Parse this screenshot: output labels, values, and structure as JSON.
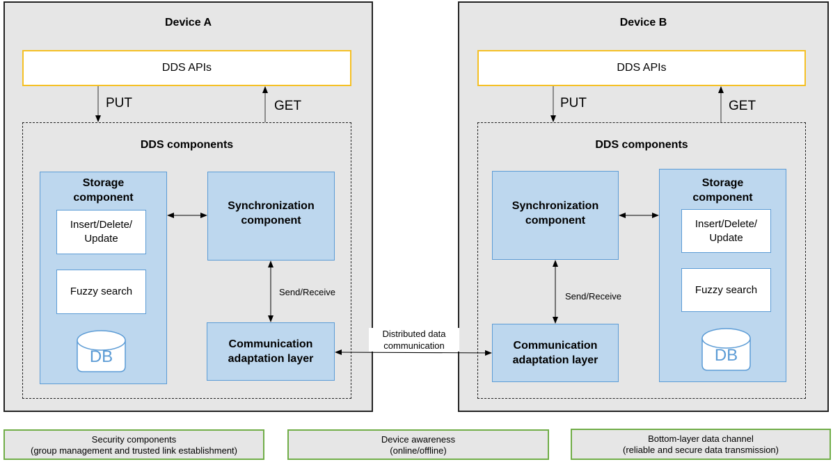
{
  "devices": [
    {
      "title": "Device A",
      "api_label": "DDS APIs",
      "put_label": "PUT",
      "get_label": "GET",
      "components_title": "DDS components",
      "storage": {
        "title_line1": "Storage",
        "title_line2": "component",
        "crud_line1": "Insert/Delete/",
        "crud_line2": "Update",
        "fuzzy": "Fuzzy search",
        "db": "DB"
      },
      "sync": {
        "line1": "Synchronization",
        "line2": "component"
      },
      "comm": {
        "line1": "Communication",
        "line2": "adaptation layer"
      },
      "send_receive": "Send/Receive"
    },
    {
      "title": "Device B",
      "api_label": "DDS APIs",
      "put_label": "PUT",
      "get_label": "GET",
      "components_title": "DDS components",
      "storage": {
        "title_line1": "Storage",
        "title_line2": "component",
        "crud_line1": "Insert/Delete/",
        "crud_line2": "Update",
        "fuzzy": "Fuzzy search",
        "db": "DB"
      },
      "sync": {
        "line1": "Synchronization",
        "line2": "component"
      },
      "comm": {
        "line1": "Communication",
        "line2": "adaptation layer"
      },
      "send_receive": "Send/Receive"
    }
  ],
  "link": {
    "line1": "Distributed data",
    "line2": "communication"
  },
  "bottom": [
    {
      "line1": "Security components",
      "line2": "(group management and trusted link establishment)"
    },
    {
      "line1": "Device awareness",
      "line2": "(online/offline)"
    },
    {
      "line1": "Bottom-layer data channel",
      "line2": "(reliable and secure data transmission)"
    }
  ],
  "colors": {
    "api_border": "#f5c024",
    "component_fill": "#bdd7ee",
    "component_border": "#5b9bd5",
    "bottom_border": "#70ad47",
    "device_fill": "#e6e6e6"
  }
}
